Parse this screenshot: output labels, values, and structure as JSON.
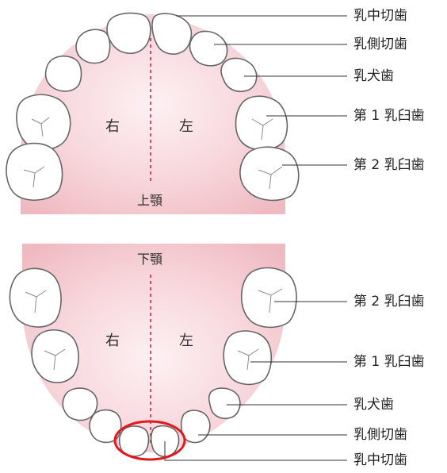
{
  "upper": {
    "jaw_label": "上顎",
    "right": "右",
    "left": "左",
    "teeth_labels": [
      "乳中切歯",
      "乳側切歯",
      "乳犬歯",
      "第 1 乳臼歯",
      "第 2 乳臼歯"
    ]
  },
  "lower": {
    "jaw_label": "下顎",
    "right": "右",
    "left": "左",
    "teeth_labels": [
      "第 2 乳臼歯",
      "第 1 乳臼歯",
      "乳犬歯",
      "乳側切歯",
      "乳中切歯"
    ]
  },
  "colors": {
    "gum": "#f3c6cc",
    "gum_light": "#fbe9ec",
    "tooth_fill": "#ffffff",
    "tooth_stroke": "#6a6a6a",
    "highlight_ring": "#e0191e"
  }
}
